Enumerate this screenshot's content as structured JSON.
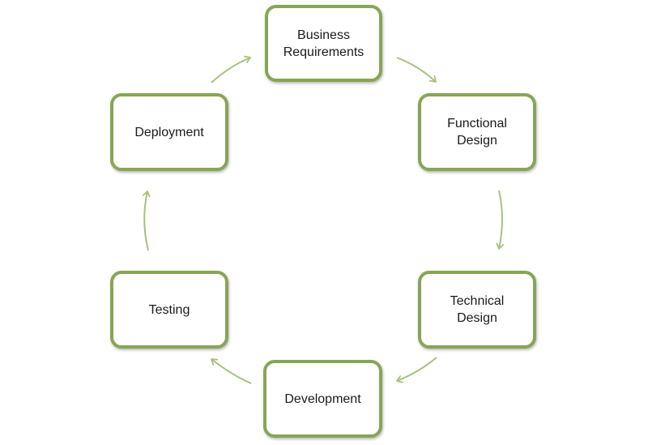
{
  "diagram": {
    "type": "cycle",
    "stroke_color": "#86a655",
    "arrow_color": "#a5c27a",
    "nodes": {
      "business": {
        "label": "Business\nRequirements"
      },
      "functional": {
        "label": "Functional\nDesign"
      },
      "technical": {
        "label": "Technical\nDesign"
      },
      "development": {
        "label": "Development"
      },
      "testing": {
        "label": "Testing"
      },
      "deployment": {
        "label": "Deployment"
      }
    },
    "flow": [
      [
        "business",
        "functional"
      ],
      [
        "functional",
        "technical"
      ],
      [
        "technical",
        "development"
      ],
      [
        "development",
        "testing"
      ],
      [
        "testing",
        "deployment"
      ],
      [
        "deployment",
        "business"
      ]
    ]
  }
}
